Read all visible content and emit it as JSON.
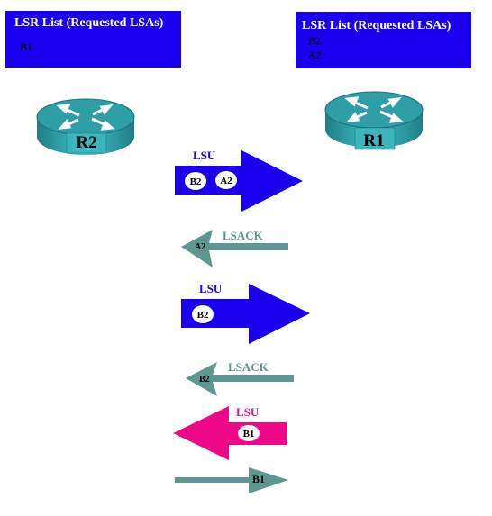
{
  "colors": {
    "lsu": "#1a00ee",
    "lsack": "#5f9691",
    "lsu_retransmit": "#ee0888",
    "router_top": "#2f9ea6",
    "router_side": "#3cb6bd"
  },
  "routers": {
    "r2": {
      "name": "R2",
      "icon": "router-icon"
    },
    "r1": {
      "name": "R1",
      "icon": "router-icon"
    }
  },
  "lsr_r2": {
    "title": "LSR List (Requested LSAs)",
    "items": [
      "B1"
    ]
  },
  "lsr_r1": {
    "title": "LSR List (Requested LSAs)",
    "items": [
      "B2",
      "A2"
    ]
  },
  "messages": [
    {
      "label": "LSU",
      "lsas": [
        "B2",
        "A2"
      ],
      "direction": "right",
      "kind": "lsu"
    },
    {
      "label": "LSACK",
      "lsas": [
        "A2"
      ],
      "direction": "left",
      "kind": "lsack"
    },
    {
      "label": "LSU",
      "lsas": [
        "B2"
      ],
      "direction": "right",
      "kind": "lsu"
    },
    {
      "label": "LSACK",
      "lsas": [
        "B2"
      ],
      "direction": "left",
      "kind": "lsack"
    },
    {
      "label": "LSU",
      "lsas": [
        "B1"
      ],
      "direction": "left",
      "kind": "lsu-retransmit"
    },
    {
      "label": "",
      "lsas": [
        "B1"
      ],
      "direction": "right",
      "kind": "lsack"
    }
  ]
}
